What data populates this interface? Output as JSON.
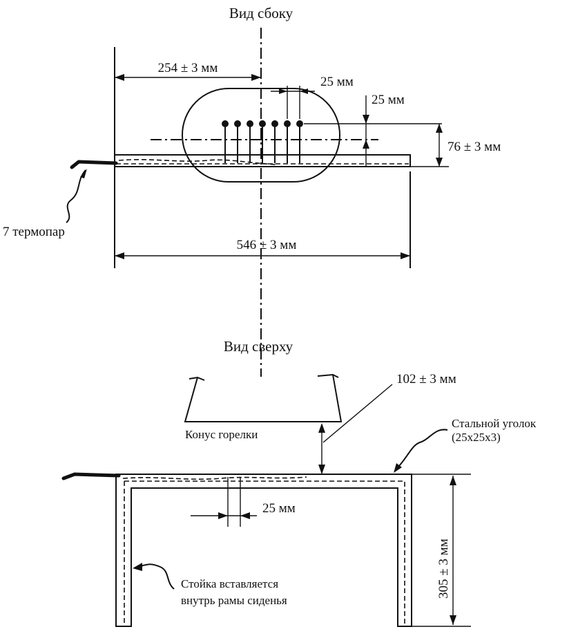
{
  "side_view": {
    "title": "Вид сбоку",
    "dim_left": "254 ± 3 мм",
    "dim_spacing": "25 мм",
    "dim_height": "25 мм",
    "dim_burner": "76 ± 3 мм",
    "dim_width": "546 ± 3 мм",
    "thermocouples_label": "7 термопар"
  },
  "top_view": {
    "title": "Вид сверху",
    "dim_gap": "102 ± 3 мм",
    "burner_cone": "Конус горелки",
    "steel_angle_line1": "Стальной уголок",
    "steel_angle_line2": "(25x25x3)",
    "dim_spacing": "25 мм",
    "dim_height": "305 ± 3 мм",
    "post_note_line1": "Стойка вставляется",
    "post_note_line2": "внутрь рамы сиденья"
  },
  "colors": {
    "ink": "#111111",
    "paper": "#ffffff"
  }
}
